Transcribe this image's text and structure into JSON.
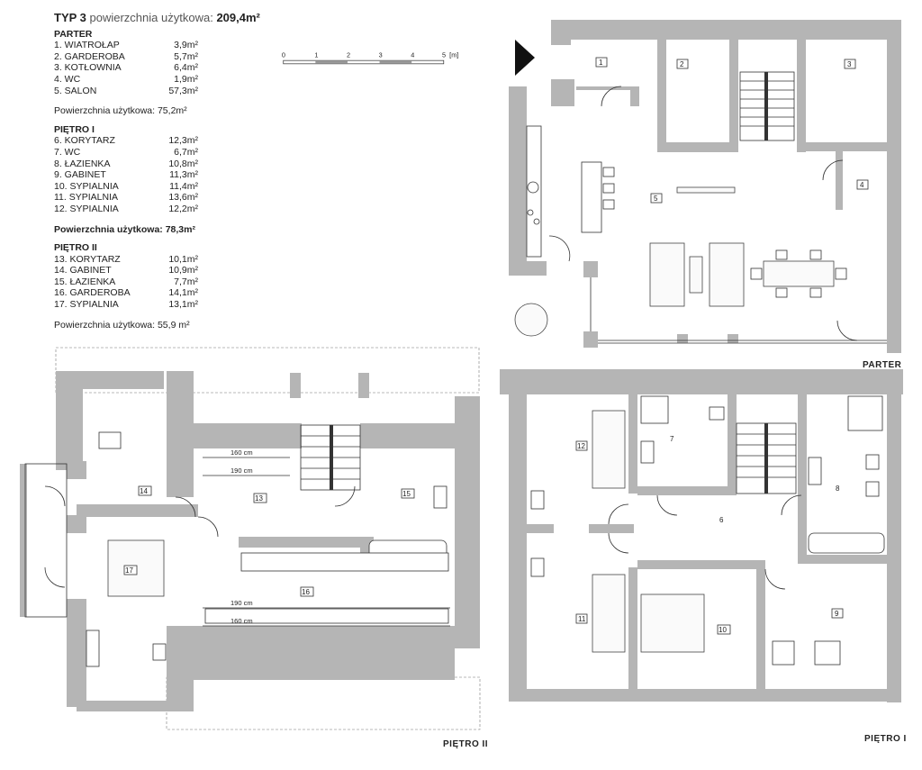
{
  "title": {
    "type": "TYP 3",
    "label": "powierzchnia użytkowa:",
    "value": "209,4m²"
  },
  "parter": {
    "heading": "PARTER",
    "rooms": [
      {
        "name": "1. WIATROŁAP",
        "area": "3,9m²"
      },
      {
        "name": "2. GARDEROBA",
        "area": "5,7m²"
      },
      {
        "name": "3. KOTŁOWNIA",
        "area": "6,4m²"
      },
      {
        "name": "4. WC",
        "area": "1,9m²"
      },
      {
        "name": "5. SALON",
        "area": "57,3m²"
      }
    ],
    "total": "Powierzchnia użytkowa: 75,2m²"
  },
  "pietro1": {
    "heading": "PIĘTRO I",
    "rooms": [
      {
        "name": "6. KORYTARZ",
        "area": "12,3m²"
      },
      {
        "name": "7. WC",
        "area": "6,7m²"
      },
      {
        "name": "8. ŁAZIENKA",
        "area": "10,8m²"
      },
      {
        "name": "9. GABINET",
        "area": "11,3m²"
      },
      {
        "name": "10. SYPIALNIA",
        "area": "11,4m²"
      },
      {
        "name": "11. SYPIALNIA",
        "area": "13,6m²"
      },
      {
        "name": "12. SYPIALNIA",
        "area": "12,2m²"
      }
    ],
    "total": "Powierzchnia użytkowa: 78,3m²"
  },
  "pietro2": {
    "heading": "PIĘTRO II",
    "rooms": [
      {
        "name": "13. KORYTARZ",
        "area": "10,1m²"
      },
      {
        "name": "14. GABINET",
        "area": "10,9m²"
      },
      {
        "name": "15. ŁAZIENKA",
        "area": "7,7m²"
      },
      {
        "name": "16. GARDEROBA",
        "area": "14,1m²"
      },
      {
        "name": "17. SYPIALNIA",
        "area": "13,1m²"
      }
    ],
    "total": "Powierzchnia użytkowa: 55,9 m²"
  },
  "scale": {
    "ticks": [
      "0",
      "1",
      "2",
      "3",
      "4",
      "5"
    ],
    "unit": "[m]"
  },
  "plan_labels": {
    "parter": "PARTER",
    "pietro1": "PIĘTRO I",
    "pietro2": "PIĘTRO II"
  },
  "room_numbers": {
    "r1": "1",
    "r2": "2",
    "r3": "3",
    "r4": "4",
    "r5": "5",
    "r6": "6",
    "r7": "7",
    "r8": "8",
    "r9": "9",
    "r10": "10",
    "r11": "11",
    "r12": "12",
    "r13": "13",
    "r14": "14",
    "r15": "15",
    "r16": "16",
    "r17": "17"
  },
  "dimensions": {
    "d160": "160 cm",
    "d190": "190 cm"
  },
  "colors": {
    "wall": "#b5b5b5",
    "line": "#333333",
    "entrance_arrow": "#111111"
  }
}
